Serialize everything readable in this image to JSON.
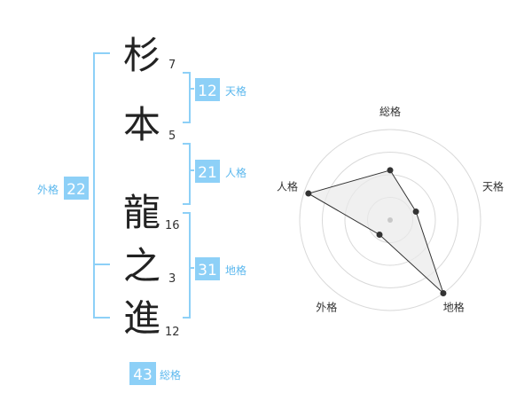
{
  "name": {
    "characters": [
      {
        "char": "杉",
        "strokes": "7"
      },
      {
        "char": "本",
        "strokes": "5"
      },
      {
        "char": "龍",
        "strokes": "16"
      },
      {
        "char": "之",
        "strokes": "3"
      },
      {
        "char": "進",
        "strokes": "12"
      }
    ]
  },
  "fortunes": {
    "tenkaku": {
      "label": "天格",
      "value": "12"
    },
    "jinkaku": {
      "label": "人格",
      "value": "21"
    },
    "chikaku": {
      "label": "地格",
      "value": "31"
    },
    "gaikaku": {
      "label": "外格",
      "value": "22"
    },
    "soukaku": {
      "label": "総格",
      "value": "43"
    }
  },
  "colors": {
    "accent": "#5cb8ee",
    "badge_fill": "#8dd0f7",
    "bracket": "#8dd0f7",
    "ring": "#d9d9d9",
    "polygon_fill": "#e9e9e9",
    "polygon_stroke": "#333333"
  },
  "chart_data": {
    "type": "radar",
    "axes": [
      "総格",
      "天格",
      "地格",
      "外格",
      "人格"
    ],
    "values": [
      0.55,
      0.3,
      1.0,
      0.2,
      0.95
    ],
    "rmax": 1,
    "rings": 4,
    "grid": true
  }
}
